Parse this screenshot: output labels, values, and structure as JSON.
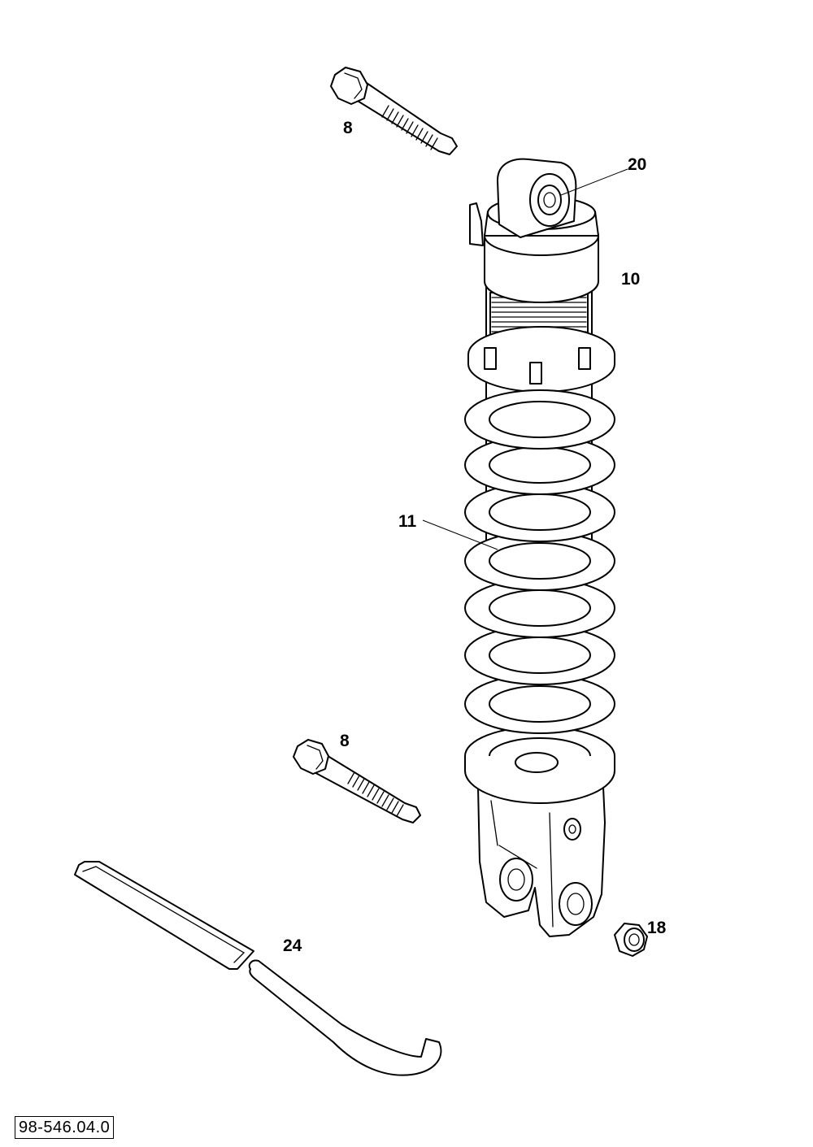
{
  "callouts": {
    "bolt_top": "8",
    "top_eye_bushing": "20",
    "shock_absorber": "10",
    "spring": "11",
    "bolt_bottom": "8",
    "nut": "18",
    "spanner_wrench": "24"
  },
  "reference_code": "98-546.04.0"
}
